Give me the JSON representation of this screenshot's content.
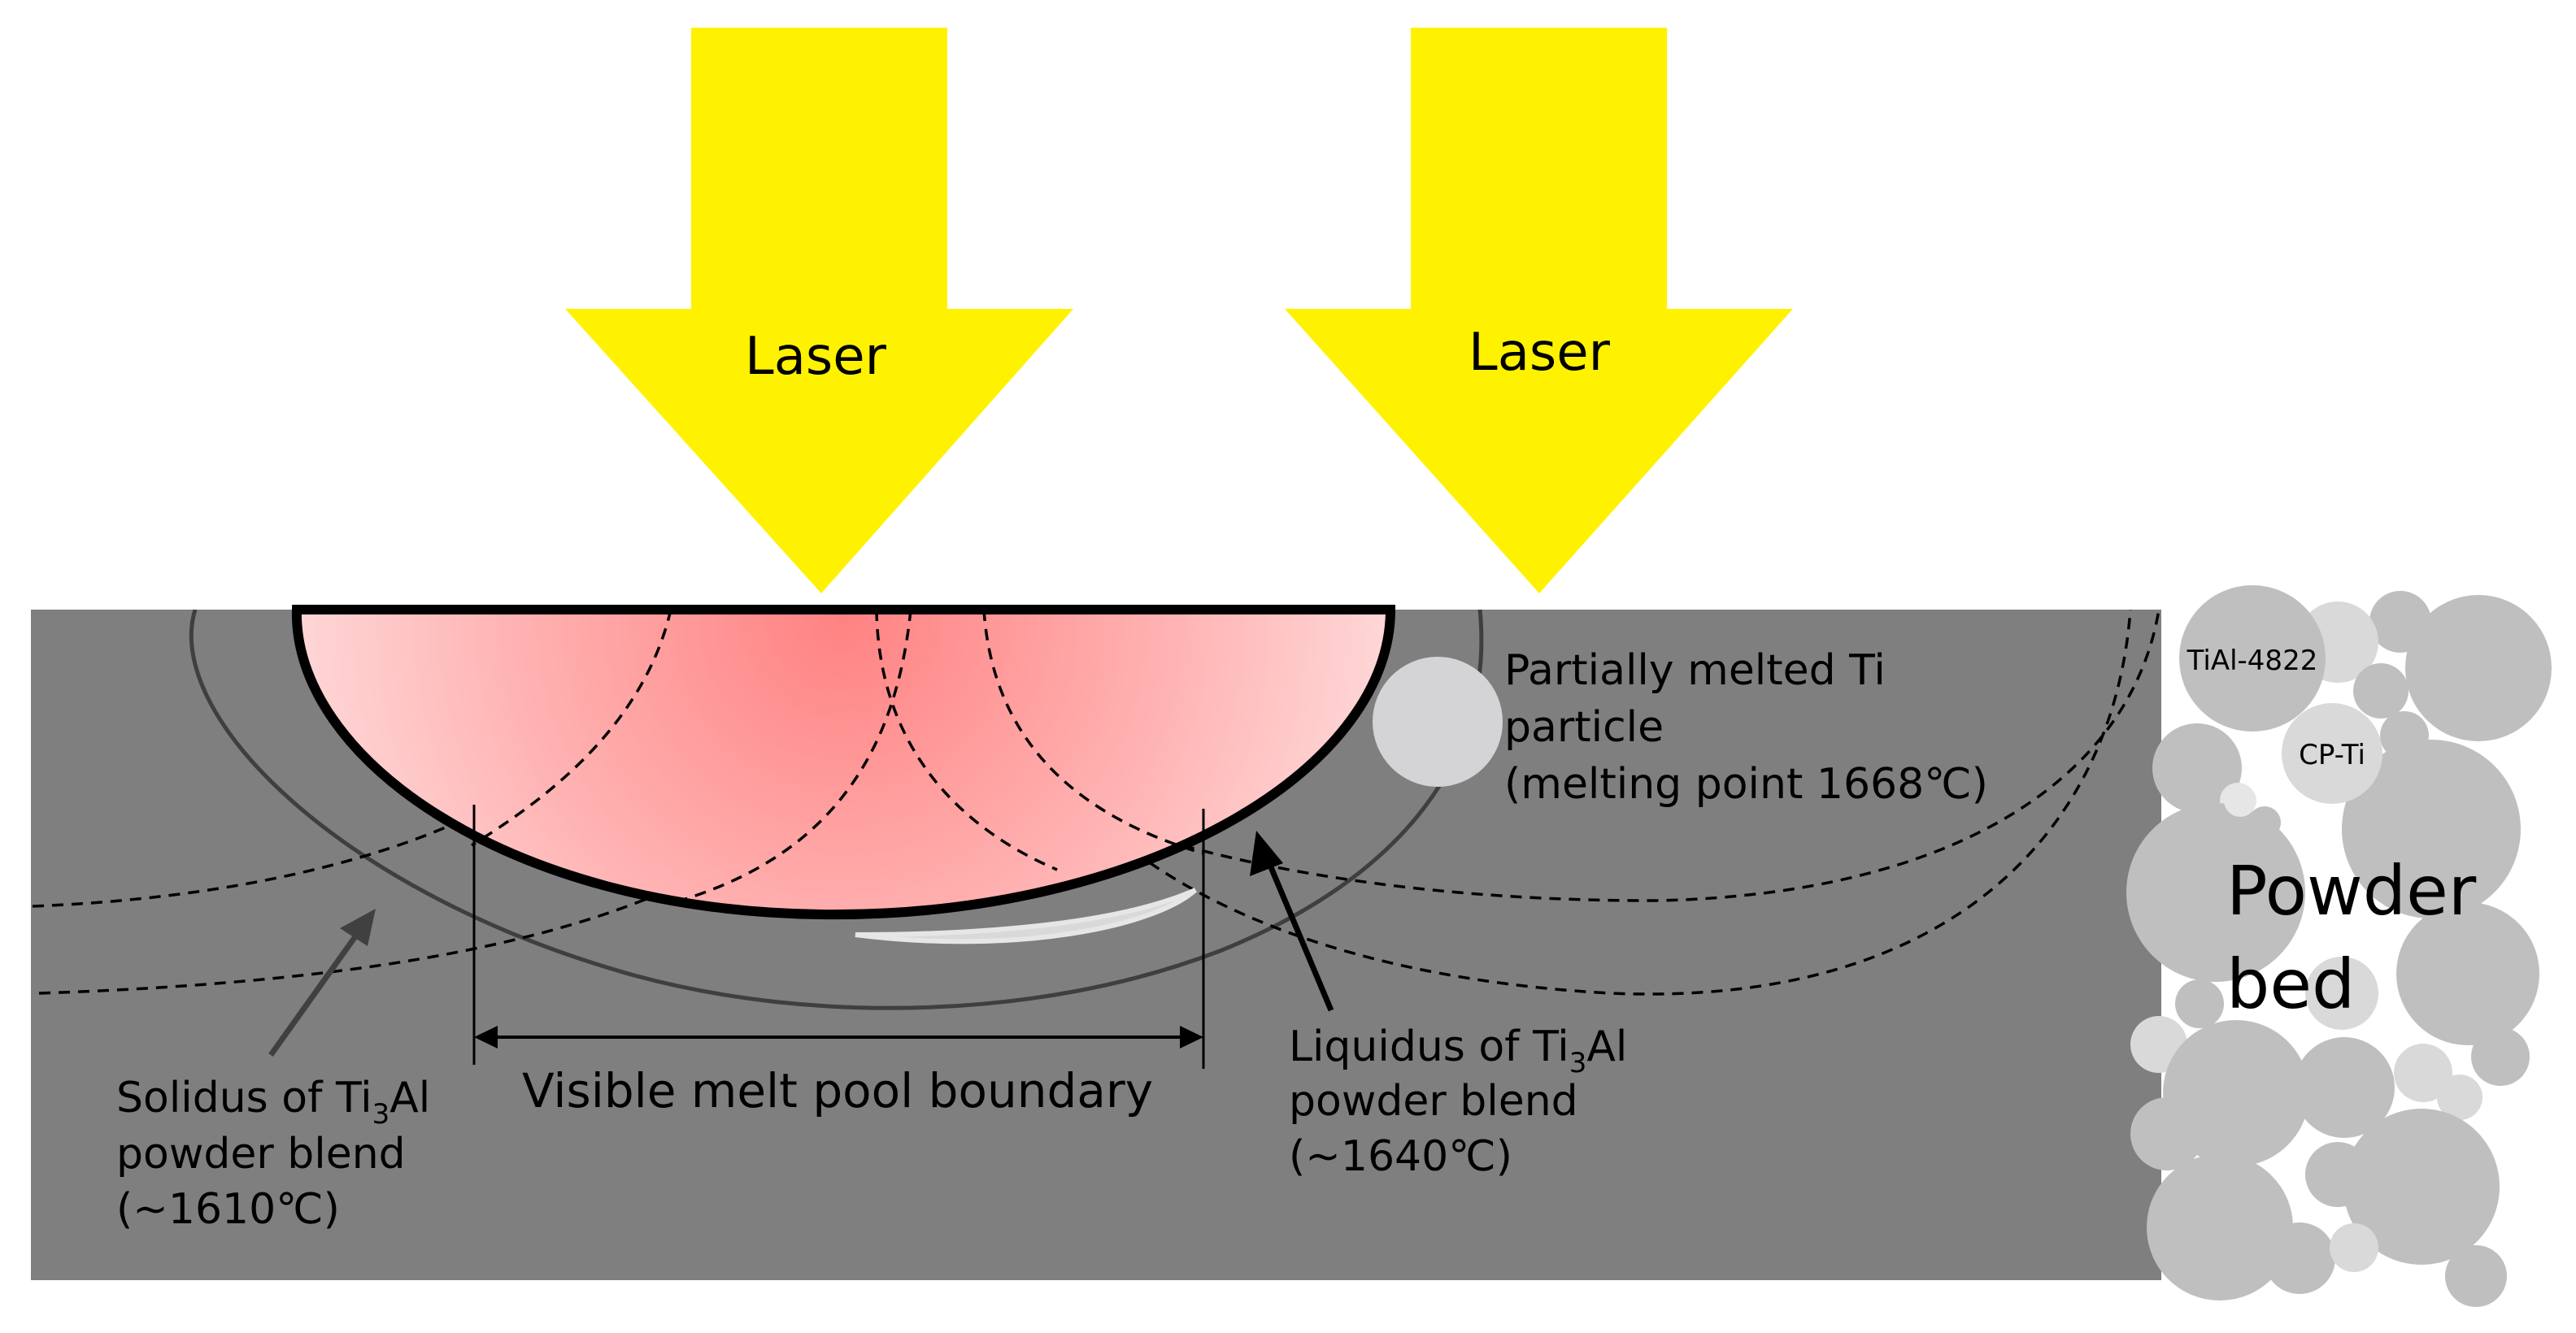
{
  "lasers": {
    "left": {
      "label": "Laser"
    },
    "right": {
      "label": "Laser"
    }
  },
  "annotations": {
    "partially_melted": {
      "line1": "Partially melted Ti",
      "line2": "particle",
      "line3": "(melting point 1668℃)"
    },
    "liquidus": {
      "line1_prefix": "Liquidus of Ti",
      "line1_sub": "3",
      "line1_suffix": "Al",
      "line2": "powder blend",
      "line3": "(~1640℃)"
    },
    "solidus": {
      "line1_prefix": "Solidus of Ti",
      "line1_sub": "3",
      "line1_suffix": "Al",
      "line2": "powder blend",
      "line3": "(~1610℃)"
    },
    "melt_pool": {
      "label": "Visible melt pool boundary"
    }
  },
  "powder_bed": {
    "label_line1": "Powder",
    "label_line2": "bed",
    "tial_label": "TiAl-4822",
    "cpti_label": "CP-Ti"
  },
  "colors": {
    "laser": "#FFF200",
    "substrate": "#7F7F7F",
    "melt_center": "#FF8080",
    "melt_edge": "#FFD6D6",
    "particle_dark": "#BFBFBF",
    "particle_light": "#D9D9D9"
  }
}
